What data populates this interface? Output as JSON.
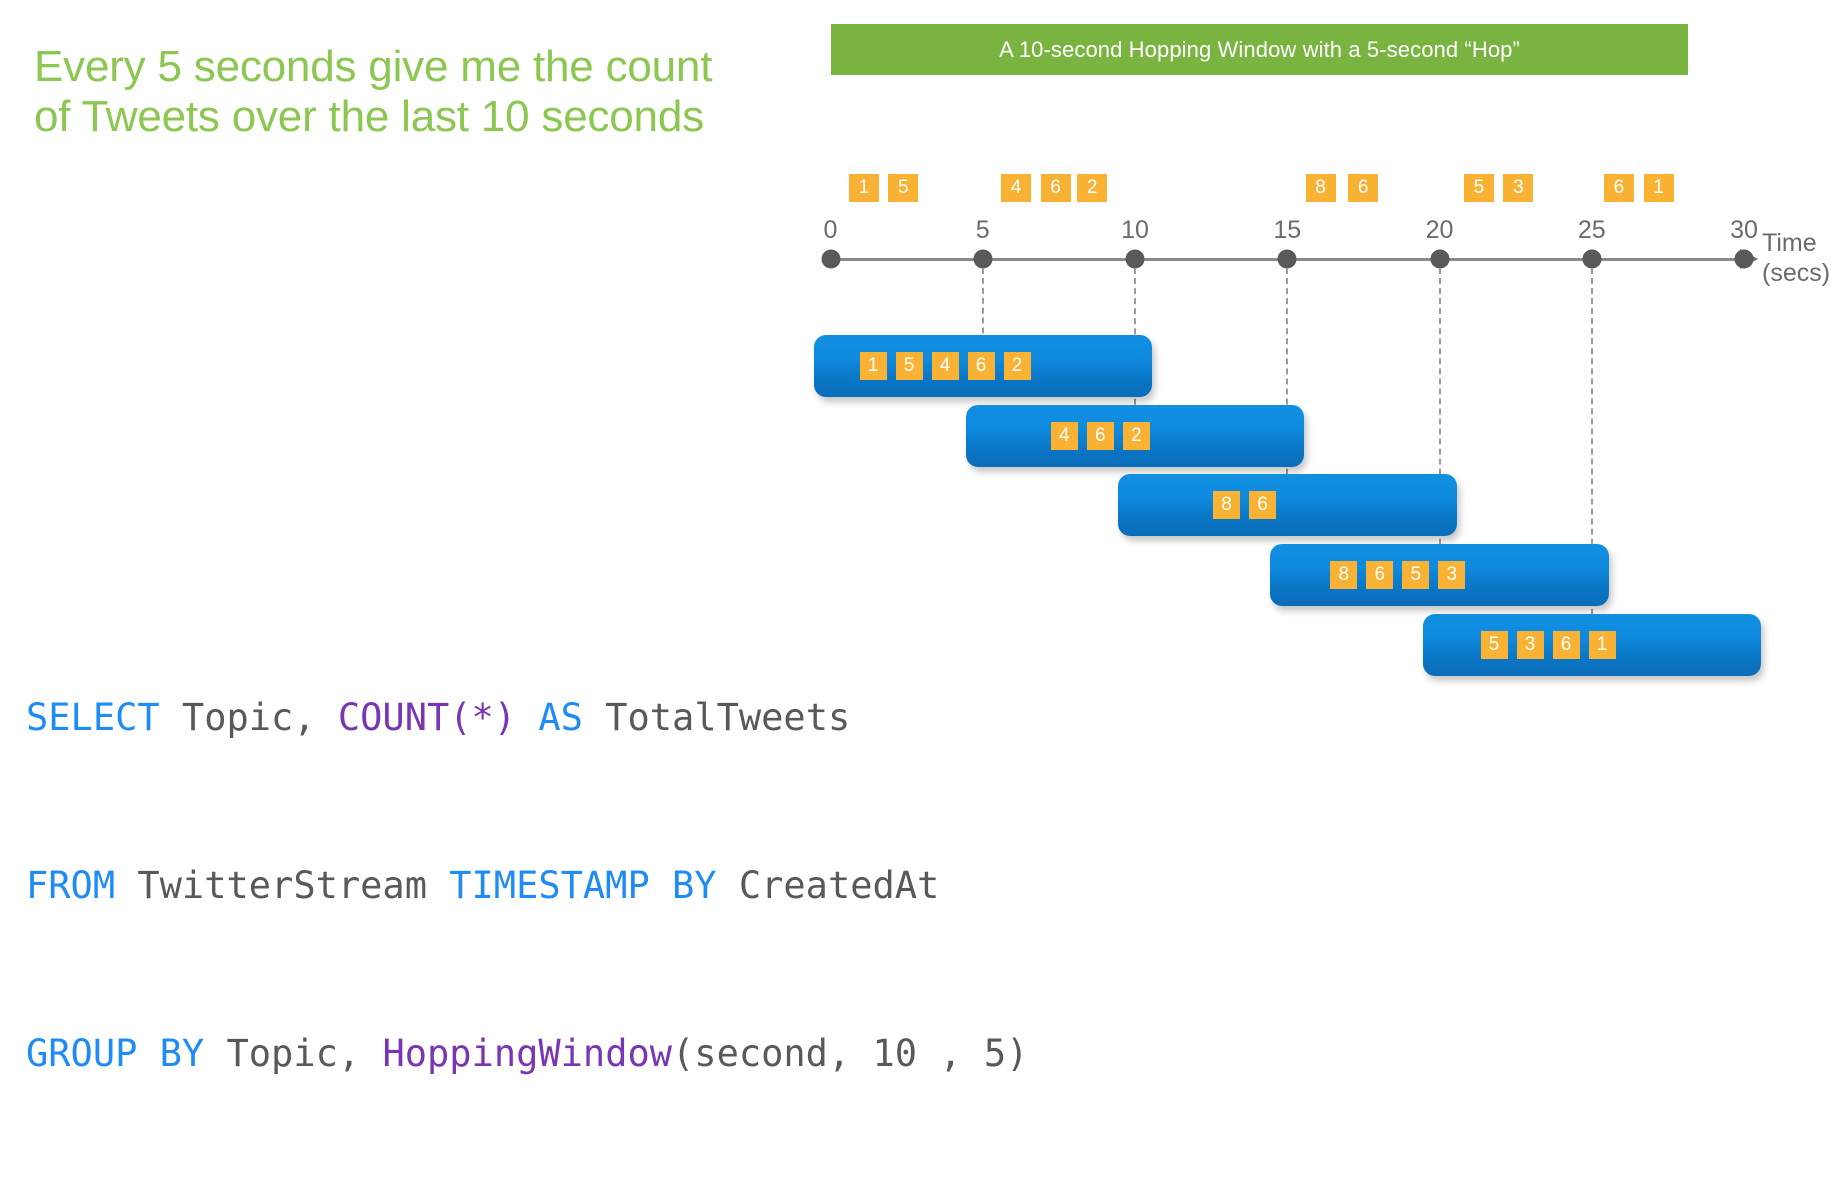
{
  "headline": "Every 5 seconds give me the count of Tweets over the last 10 seconds",
  "banner": {
    "text": "A 10-second Hopping Window with a 5-second “Hop”",
    "color": "#7ab440"
  },
  "colors": {
    "accent_green": "#8cc751",
    "banner_green": "#7ab440",
    "event_orange": "#f9b233",
    "window_blue": "#0e8ade",
    "axis_gray": "#6b6b6b",
    "sql_keyword": "#1f8cf5",
    "sql_function": "#7a35b5",
    "sql_text": "#595959"
  },
  "timeline": {
    "axis_caption_line1": "Time",
    "axis_caption_line2": "(secs)",
    "ticks": [
      {
        "label": "0",
        "value": 0
      },
      {
        "label": "5",
        "value": 5
      },
      {
        "label": "10",
        "value": 10
      },
      {
        "label": "15",
        "value": 15
      },
      {
        "label": "20",
        "value": 20
      },
      {
        "label": "25",
        "value": 25
      },
      {
        "label": "30",
        "value": 30
      }
    ],
    "events": [
      {
        "value": "1",
        "time": 0.6
      },
      {
        "value": "5",
        "time": 1.9
      },
      {
        "value": "4",
        "time": 5.6
      },
      {
        "value": "6",
        "time": 6.9
      },
      {
        "value": "2",
        "time": 8.1
      },
      {
        "value": "8",
        "time": 15.6
      },
      {
        "value": "6",
        "time": 17.0
      },
      {
        "value": "5",
        "time": 20.8
      },
      {
        "value": "3",
        "time": 22.1
      },
      {
        "value": "6",
        "time": 25.4
      },
      {
        "value": "1",
        "time": 26.7
      }
    ],
    "windows": [
      {
        "start": 0,
        "end": 10,
        "items": [
          "1",
          "5",
          "4",
          "6",
          "2"
        ]
      },
      {
        "start": 5,
        "end": 15,
        "items": [
          "4",
          "6",
          "2"
        ]
      },
      {
        "start": 10,
        "end": 20,
        "items": [
          "8",
          "6"
        ]
      },
      {
        "start": 15,
        "end": 25,
        "items": [
          "8",
          "6",
          "5",
          "3"
        ]
      },
      {
        "start": 20,
        "end": 30,
        "items": [
          "5",
          "3",
          "6",
          "1"
        ]
      }
    ]
  },
  "chart_data": {
    "type": "timeline",
    "title": "A 10-second Hopping Window with a 5-second “Hop”",
    "xlabel": "Time (secs)",
    "xlim": [
      0,
      30
    ],
    "xticks": [
      0,
      5,
      10,
      15,
      20,
      25,
      30
    ],
    "grid": false,
    "legend": "none",
    "events": [
      {
        "value": 1,
        "time": 0.6
      },
      {
        "value": 5,
        "time": 1.9
      },
      {
        "value": 4,
        "time": 5.6
      },
      {
        "value": 6,
        "time": 6.9
      },
      {
        "value": 2,
        "time": 8.1
      },
      {
        "value": 8,
        "time": 15.6
      },
      {
        "value": 6,
        "time": 17.0
      },
      {
        "value": 5,
        "time": 20.8
      },
      {
        "value": 3,
        "time": 22.1
      },
      {
        "value": 6,
        "time": 25.4
      },
      {
        "value": 1,
        "time": 26.7
      }
    ],
    "windows": [
      {
        "start": 0,
        "end": 10,
        "values": [
          1,
          5,
          4,
          6,
          2
        ],
        "count": 5
      },
      {
        "start": 5,
        "end": 15,
        "values": [
          4,
          6,
          2
        ],
        "count": 3
      },
      {
        "start": 10,
        "end": 20,
        "values": [
          8,
          6
        ],
        "count": 2
      },
      {
        "start": 15,
        "end": 25,
        "values": [
          8,
          6,
          5,
          3
        ],
        "count": 4
      },
      {
        "start": 20,
        "end": 30,
        "values": [
          5,
          3,
          6,
          1
        ],
        "count": 4
      }
    ],
    "window_size_seconds": 10,
    "hop_size_seconds": 5
  },
  "sql": {
    "line1": [
      {
        "text": "SELECT",
        "type": "kw"
      },
      {
        "text": " Topic, ",
        "type": "txt"
      },
      {
        "text": "COUNT(*)",
        "type": "fn"
      },
      {
        "text": " ",
        "type": "txt"
      },
      {
        "text": "AS",
        "type": "kw"
      },
      {
        "text": " TotalTweets",
        "type": "txt"
      }
    ],
    "line2": [
      {
        "text": "FROM",
        "type": "kw"
      },
      {
        "text": " TwitterStream ",
        "type": "txt"
      },
      {
        "text": "TIMESTAMP BY",
        "type": "kw"
      },
      {
        "text": " CreatedAt",
        "type": "txt"
      }
    ],
    "line3": [
      {
        "text": "GROUP BY",
        "type": "kw"
      },
      {
        "text": " Topic, ",
        "type": "txt"
      },
      {
        "text": "HoppingWindow",
        "type": "fn"
      },
      {
        "text": "(second, 10 , 5)",
        "type": "txt"
      }
    ],
    "plain_text": "SELECT Topic, COUNT(*) AS TotalTweets\nFROM TwitterStream TIMESTAMP BY CreatedAt\nGROUP BY Topic, HoppingWindow(second, 10 , 5)"
  }
}
